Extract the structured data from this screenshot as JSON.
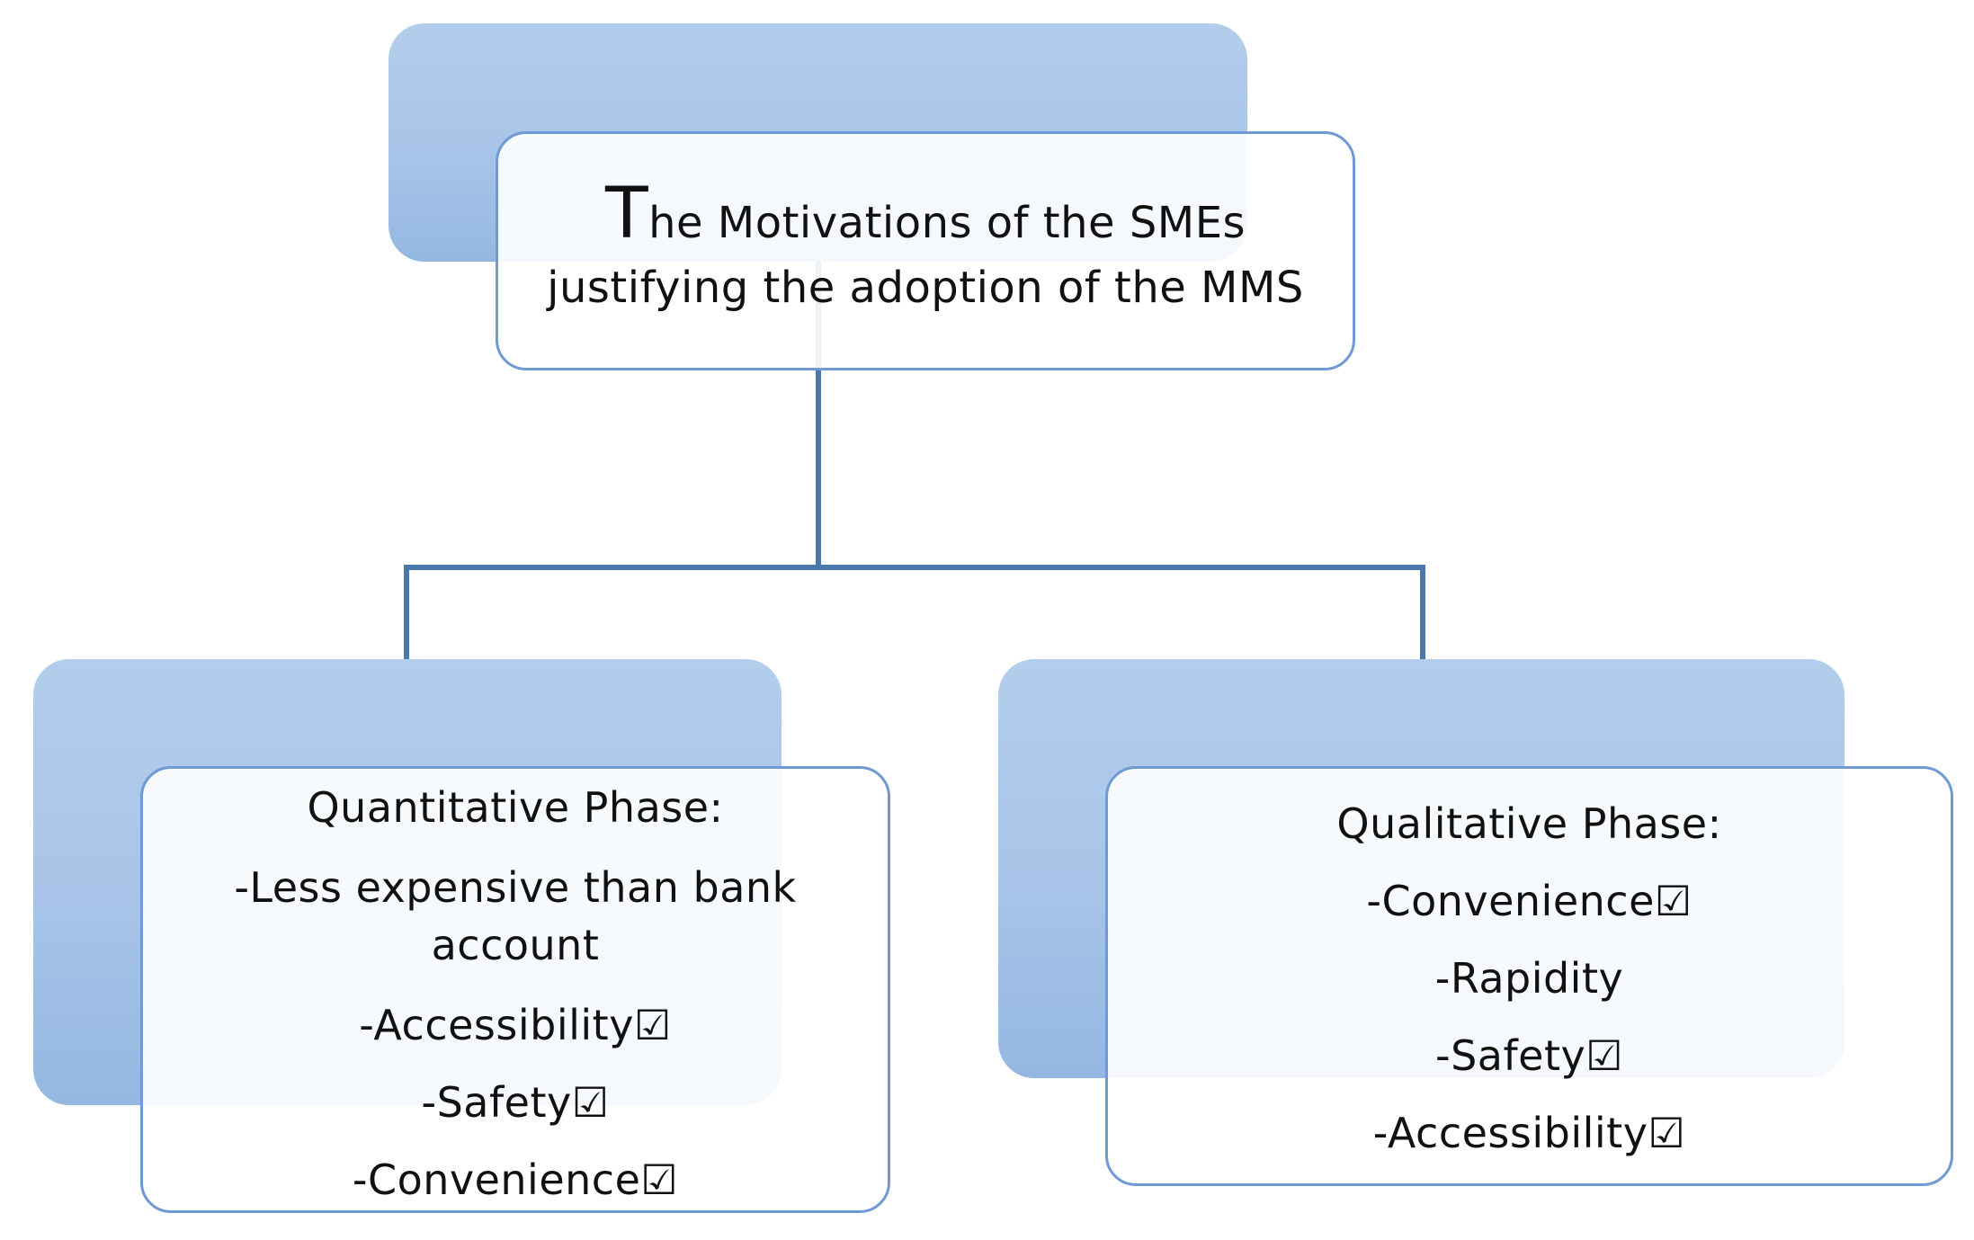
{
  "root": {
    "title_first_letter": "T",
    "title_line1_rest": "he Motivations of the SMEs",
    "title_line2": "justifying the adoption of the MMS"
  },
  "quantitative": {
    "title": "Quantitative Phase:",
    "items": [
      {
        "text": "-Less expensive than bank",
        "text2": "account",
        "checked": false
      },
      {
        "text": "-Accessibility",
        "checked": true
      },
      {
        "text": "-Safety",
        "checked": true
      },
      {
        "text": "-Convenience",
        "checked": true
      }
    ]
  },
  "qualitative": {
    "title": "Qualitative Phase:",
    "items": [
      {
        "text": "-Convenience",
        "checked": true
      },
      {
        "text": "-Rapidity",
        "checked": false
      },
      {
        "text": "-Safety",
        "checked": true
      },
      {
        "text": "-Accessibility",
        "checked": true
      }
    ]
  },
  "icons": {
    "check": "☑"
  },
  "colors": {
    "shadow_fill": "#a7c4e8",
    "card_border": "#6f9ad3",
    "connector": "#4b78aa"
  }
}
